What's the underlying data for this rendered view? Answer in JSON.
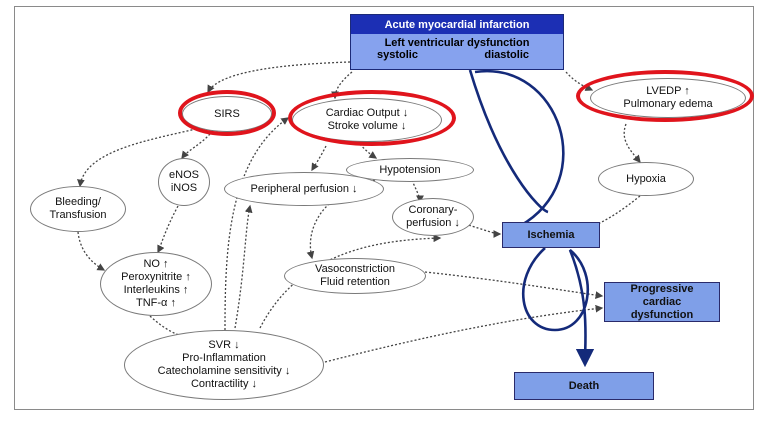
{
  "banner": {
    "title": "Acute myocardial infarction",
    "line1": "Left ventricular dysfunction",
    "systolic": "systolic",
    "diastolic": "diastolic"
  },
  "nodes": {
    "sirs": "SIRS",
    "cardiac_output": [
      "Cardiac Output ↓",
      "Stroke volume ↓"
    ],
    "lvedp": [
      "LVEDP ↑",
      "Pulmonary edema"
    ],
    "enos_inos": [
      "eNOS",
      "iNOS"
    ],
    "bleeding": [
      "Bleeding/",
      "Transfusion"
    ],
    "hypotension": "Hypotension",
    "peripheral_perfusion": "Peripheral perfusion ↓",
    "hypoxia": "Hypoxia",
    "coronary_perfusion": [
      "Coronary-",
      "perfusion ↓"
    ],
    "no_block": [
      "NO ↑",
      "Peroxynitrite ↑",
      "Interleukins ↑",
      "TNF-α ↑"
    ],
    "vasoconstriction": [
      "Vasoconstriction",
      "Fluid retention"
    ],
    "svr_block": [
      "SVR ↓",
      "Pro-Inflammation",
      "Catecholamine sensitivity ↓",
      "Contractility ↓"
    ],
    "ischemia": "Ischemia",
    "progressive": [
      "Progressive",
      "cardiac",
      "dysfunction"
    ],
    "death": "Death"
  },
  "colors": {
    "highlight_ring": "#e0141c",
    "box_fill": "#7f9fe8",
    "banner_title_fill": "#1c2fb4",
    "loop_arrow": "#142a7a",
    "dotted_arrow": "#444444"
  }
}
